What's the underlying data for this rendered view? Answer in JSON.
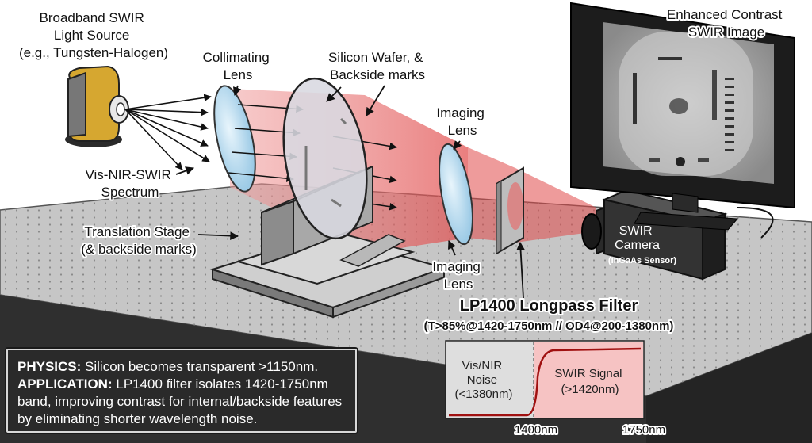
{
  "labels": {
    "source": [
      "Broadband SWIR",
      "Light Source",
      "(e.g., Tungsten-Halogen)"
    ],
    "collimating_lens": [
      "Collimating",
      "Lens"
    ],
    "wafer": [
      "Silicon Wafer, &",
      "Backside marks"
    ],
    "imaging_lens_top": [
      "Imaging",
      "Lens"
    ],
    "imaging_lens_bottom": [
      "Imaging",
      "Lens"
    ],
    "spectrum": [
      "Vis-NIR-SWIR",
      "Spectrum"
    ],
    "stage": [
      "Translation Stage",
      "(& backside marks)"
    ],
    "monitor_title": [
      "Enhanced Contrast",
      "SWIR Image"
    ],
    "camera": [
      "SWIR",
      "Camera",
      "(InGaAs Sensor)"
    ],
    "filter_title": "LP1400 Longpass Filter",
    "filter_spec": "(T>85%@1420-1750nm // OD4@200-1380nm)"
  },
  "physics": {
    "physics_label": "PHYSICS:",
    "physics_text": "Silicon becomes transparent >1150nm.",
    "application_label": "APPLICATION:",
    "application_text": "LP1400 filter isolates 1420-1750nm band, improving contrast for internal/backside features by eliminating shorter wavelength noise."
  },
  "filter_plot": {
    "left_region": [
      "Vis/NIR",
      "Noise",
      "(<1380nm)"
    ],
    "right_region": [
      "SWIR Signal",
      "(>1420nm)"
    ],
    "x_tick_1400": "1400nm",
    "x_tick_1750": "1750nm"
  },
  "colors": {
    "table_top": "#c9c9c9",
    "table_side": "#3a3a3a",
    "beam": "#e05a5a",
    "lens": "#b9dcf0",
    "signal_fill": "#f6c3c3",
    "noise_fill": "#dedede",
    "curve": "#a01010"
  }
}
